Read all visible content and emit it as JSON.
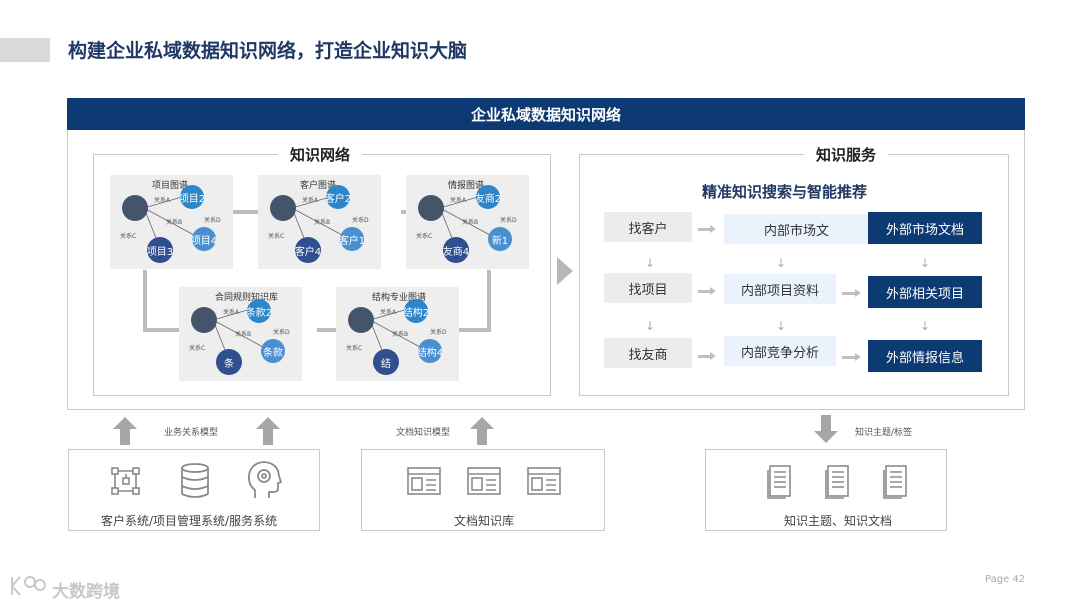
{
  "title": "构建企业私域数据知识网络，打造企业知识大脑",
  "network_header": "企业私域数据知识网络",
  "knowledge_network": {
    "title": "知识网络",
    "rel_a": "关系A",
    "rel_b": "关系B",
    "rel_c": "关系C",
    "rel_d": "关系D",
    "graphs": [
      {
        "title": "项目图谱",
        "n1": "项目2",
        "n2": "项目4",
        "n3": "项目3"
      },
      {
        "title": "客户图谱",
        "n1": "客户2",
        "n2": "客户1",
        "n3": "客户4"
      },
      {
        "title": "情报图谱",
        "n1": "友商2",
        "n2": "新1",
        "n3": "友商4"
      },
      {
        "title": "合同规则知识库",
        "n1": "条款2",
        "n2": "条款",
        "n3": "条"
      },
      {
        "title": "结构专业图谱",
        "n1": "结构2",
        "n2": "结构4",
        "n3": "结"
      }
    ]
  },
  "knowledge_service": {
    "title": "知识服务",
    "subtitle": "精准知识搜索与智能推荐",
    "rows": [
      {
        "find": "找客户",
        "internal": "内部市场文",
        "external": "外部市场文档"
      },
      {
        "find": "找项目",
        "internal": "内部项目资料",
        "external": "外部相关项目"
      },
      {
        "find": "找友商",
        "internal": "内部竞争分析",
        "external": "外部情报信息"
      }
    ]
  },
  "bottom": {
    "caption_left": "业务关系模型",
    "caption_mid": "文档知识模型",
    "caption_right": "知识主题/标签",
    "box_left_label": "客户系统/项目管理系统/服务系统",
    "box_mid_label": "文档知识库",
    "box_right_label": "知识主题、知识文档",
    "icons_left": [
      "network-icon",
      "database-icon",
      "ai-head-icon"
    ],
    "icons_mid": [
      "document-image-icon",
      "document-image-icon",
      "document-image-icon"
    ],
    "icons_right": [
      "document-icon",
      "document-icon",
      "document-icon"
    ]
  },
  "footer": {
    "page": "Page  42",
    "logo_text": "大数跨境"
  },
  "colors": {
    "navy": "#0d3a73",
    "accent_blue": "#2e86c9"
  }
}
